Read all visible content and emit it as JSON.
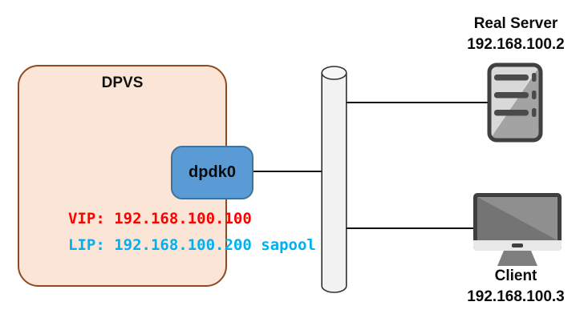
{
  "dpvs": {
    "label": "DPVS",
    "fill_color": "#FBE5D6",
    "border_color": "#8E4A21"
  },
  "nic": {
    "label": "dpdk0",
    "fill_color": "#5B9BD5",
    "border_color": "#41719C"
  },
  "addresses": {
    "vip": {
      "text": "VIP: 192.168.100.100",
      "color": "#FF0000"
    },
    "lip": {
      "text": "LIP: 192.168.100.200 sapool",
      "color": "#00B0F0"
    }
  },
  "network_bus": {
    "shape": "cylinder",
    "fill_color": "#F2F2F2",
    "outline_color": "#2F2F2F"
  },
  "nodes": {
    "real_server": {
      "title": "Real Server",
      "ip": "192.168.100.2",
      "icon": "server-icon"
    },
    "client": {
      "title": "Client",
      "ip": "192.168.100.3",
      "icon": "monitor-icon"
    }
  },
  "links": [
    {
      "from": "dpdk0",
      "to": "network-bus"
    },
    {
      "from": "network-bus",
      "to": "real-server"
    },
    {
      "from": "network-bus",
      "to": "client"
    }
  ]
}
